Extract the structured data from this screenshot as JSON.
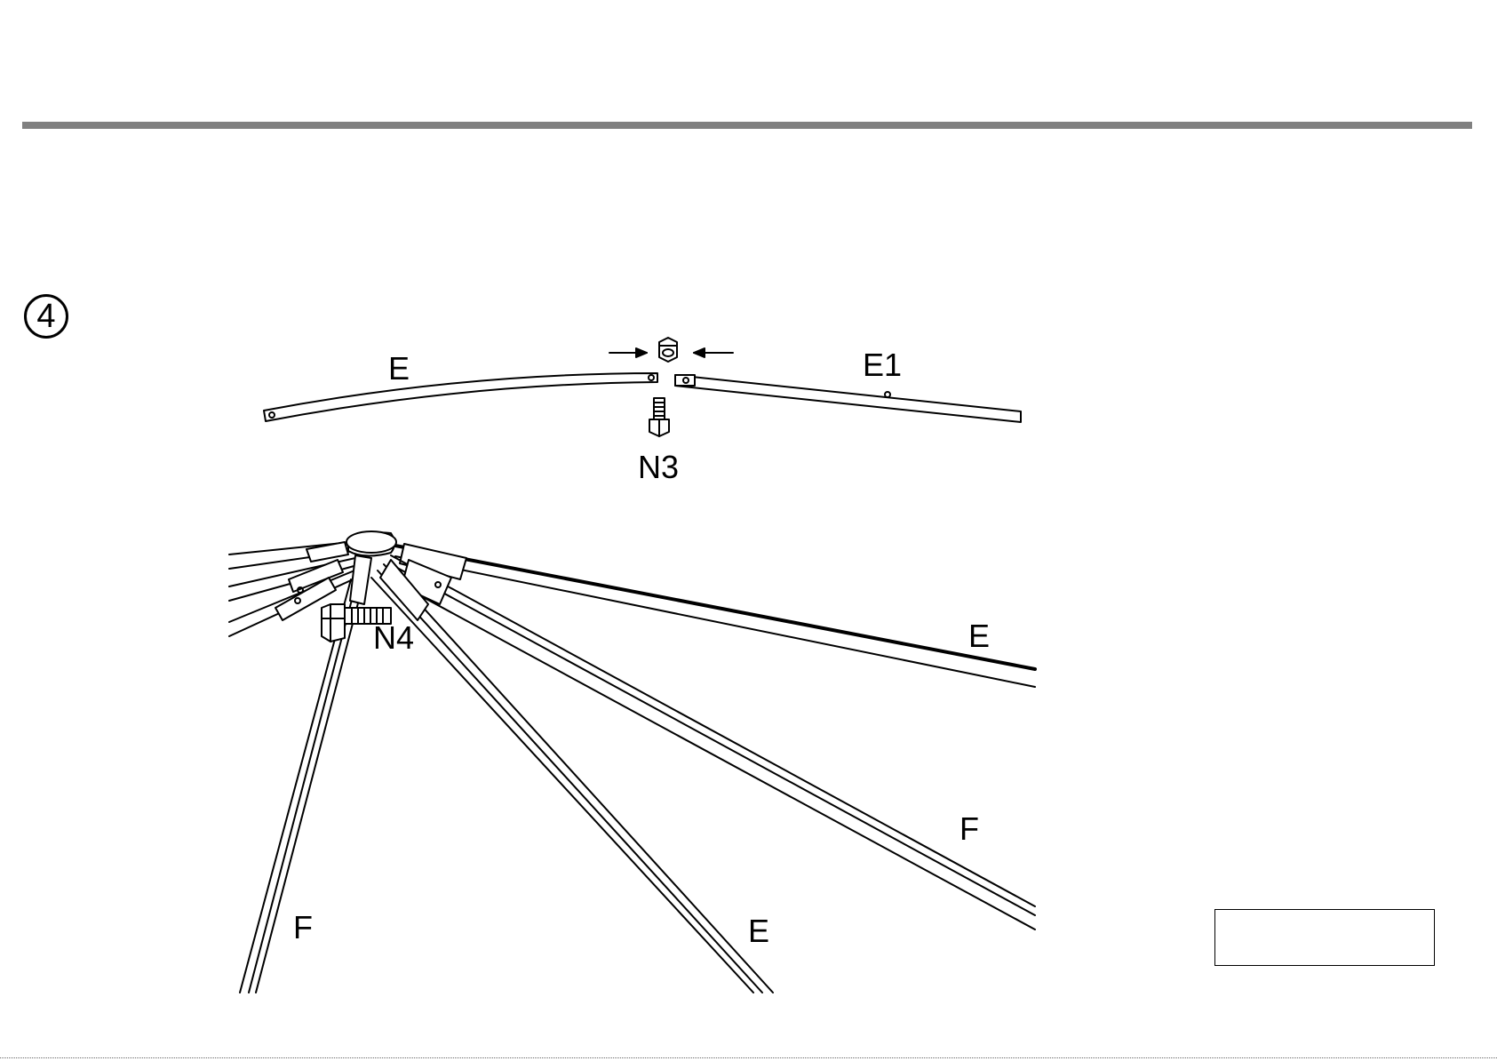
{
  "step": {
    "number": "4"
  },
  "top_assembly": {
    "labels": {
      "left_pole": "E",
      "right_pole": "E1",
      "bolt": "N3"
    }
  },
  "bottom_assembly": {
    "labels": {
      "bolt": "N4",
      "right_upper": "E",
      "right_lower": "F",
      "center_lower": "E",
      "left_lower": "F"
    }
  },
  "colors": {
    "rule": "#808080",
    "line": "#000000"
  }
}
